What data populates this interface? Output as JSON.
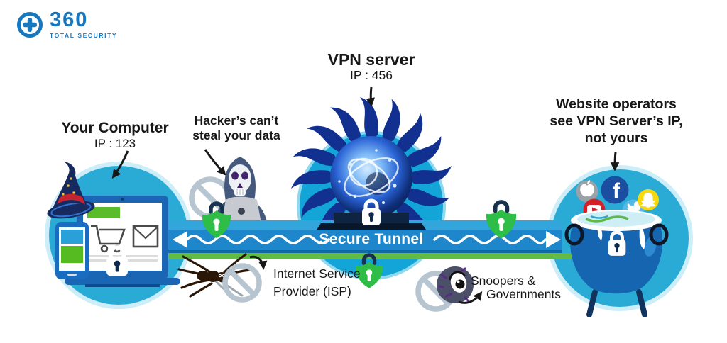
{
  "logo": {
    "brand": "360",
    "tagline": "TOTAL SECURITY"
  },
  "labels": {
    "your_computer": {
      "title": "Your Computer",
      "ip": "IP : 123"
    },
    "hacker": {
      "line1": "Hacker’s can’t",
      "line2": "steal your data"
    },
    "vpn_server": {
      "title": "VPN server",
      "ip": "IP : 456"
    },
    "website_operators": {
      "line1": "Website operators",
      "line2": "see VPN Server’s IP,",
      "line3": "not yours"
    },
    "tunnel": {
      "label": "Secure Tunnel"
    },
    "isp": {
      "line1": "Internet Service",
      "line2": "Provider (ISP)"
    },
    "snoopers": {
      "line1": "Snoopers &",
      "line2": "Governments"
    }
  },
  "social": {
    "facebook_glyph": "f"
  },
  "icons": {
    "logo": "360-total-security-logo",
    "left_scene": "laptop-phone-wizard-hat",
    "hacker": "hooded-skull-hacker",
    "vpn": "plasma-orb-server",
    "right_scene": "cauldron-with-social-icons",
    "social_icons": [
      "apple",
      "facebook",
      "youtube",
      "twitter",
      "snapchat"
    ],
    "threats": [
      "spider",
      "eyeball-snooper"
    ],
    "locks": [
      "green-shield-lock",
      "white-padlock"
    ],
    "prohibition": "no-entry-slash-circle"
  },
  "colors": {
    "brand_blue": "#1778c0",
    "tunnel_blue": "#1e86ca",
    "tunnel_top_blue": "#32a5da",
    "tunnel_green": "#62bb46",
    "circle_teal": "#2aabd5",
    "circle_rim": "#cdeef8",
    "lock_green": "#2ebd47",
    "navy": "#0e2440",
    "prohibition_gray": "#b6c5d0",
    "text_black": "#171717"
  }
}
